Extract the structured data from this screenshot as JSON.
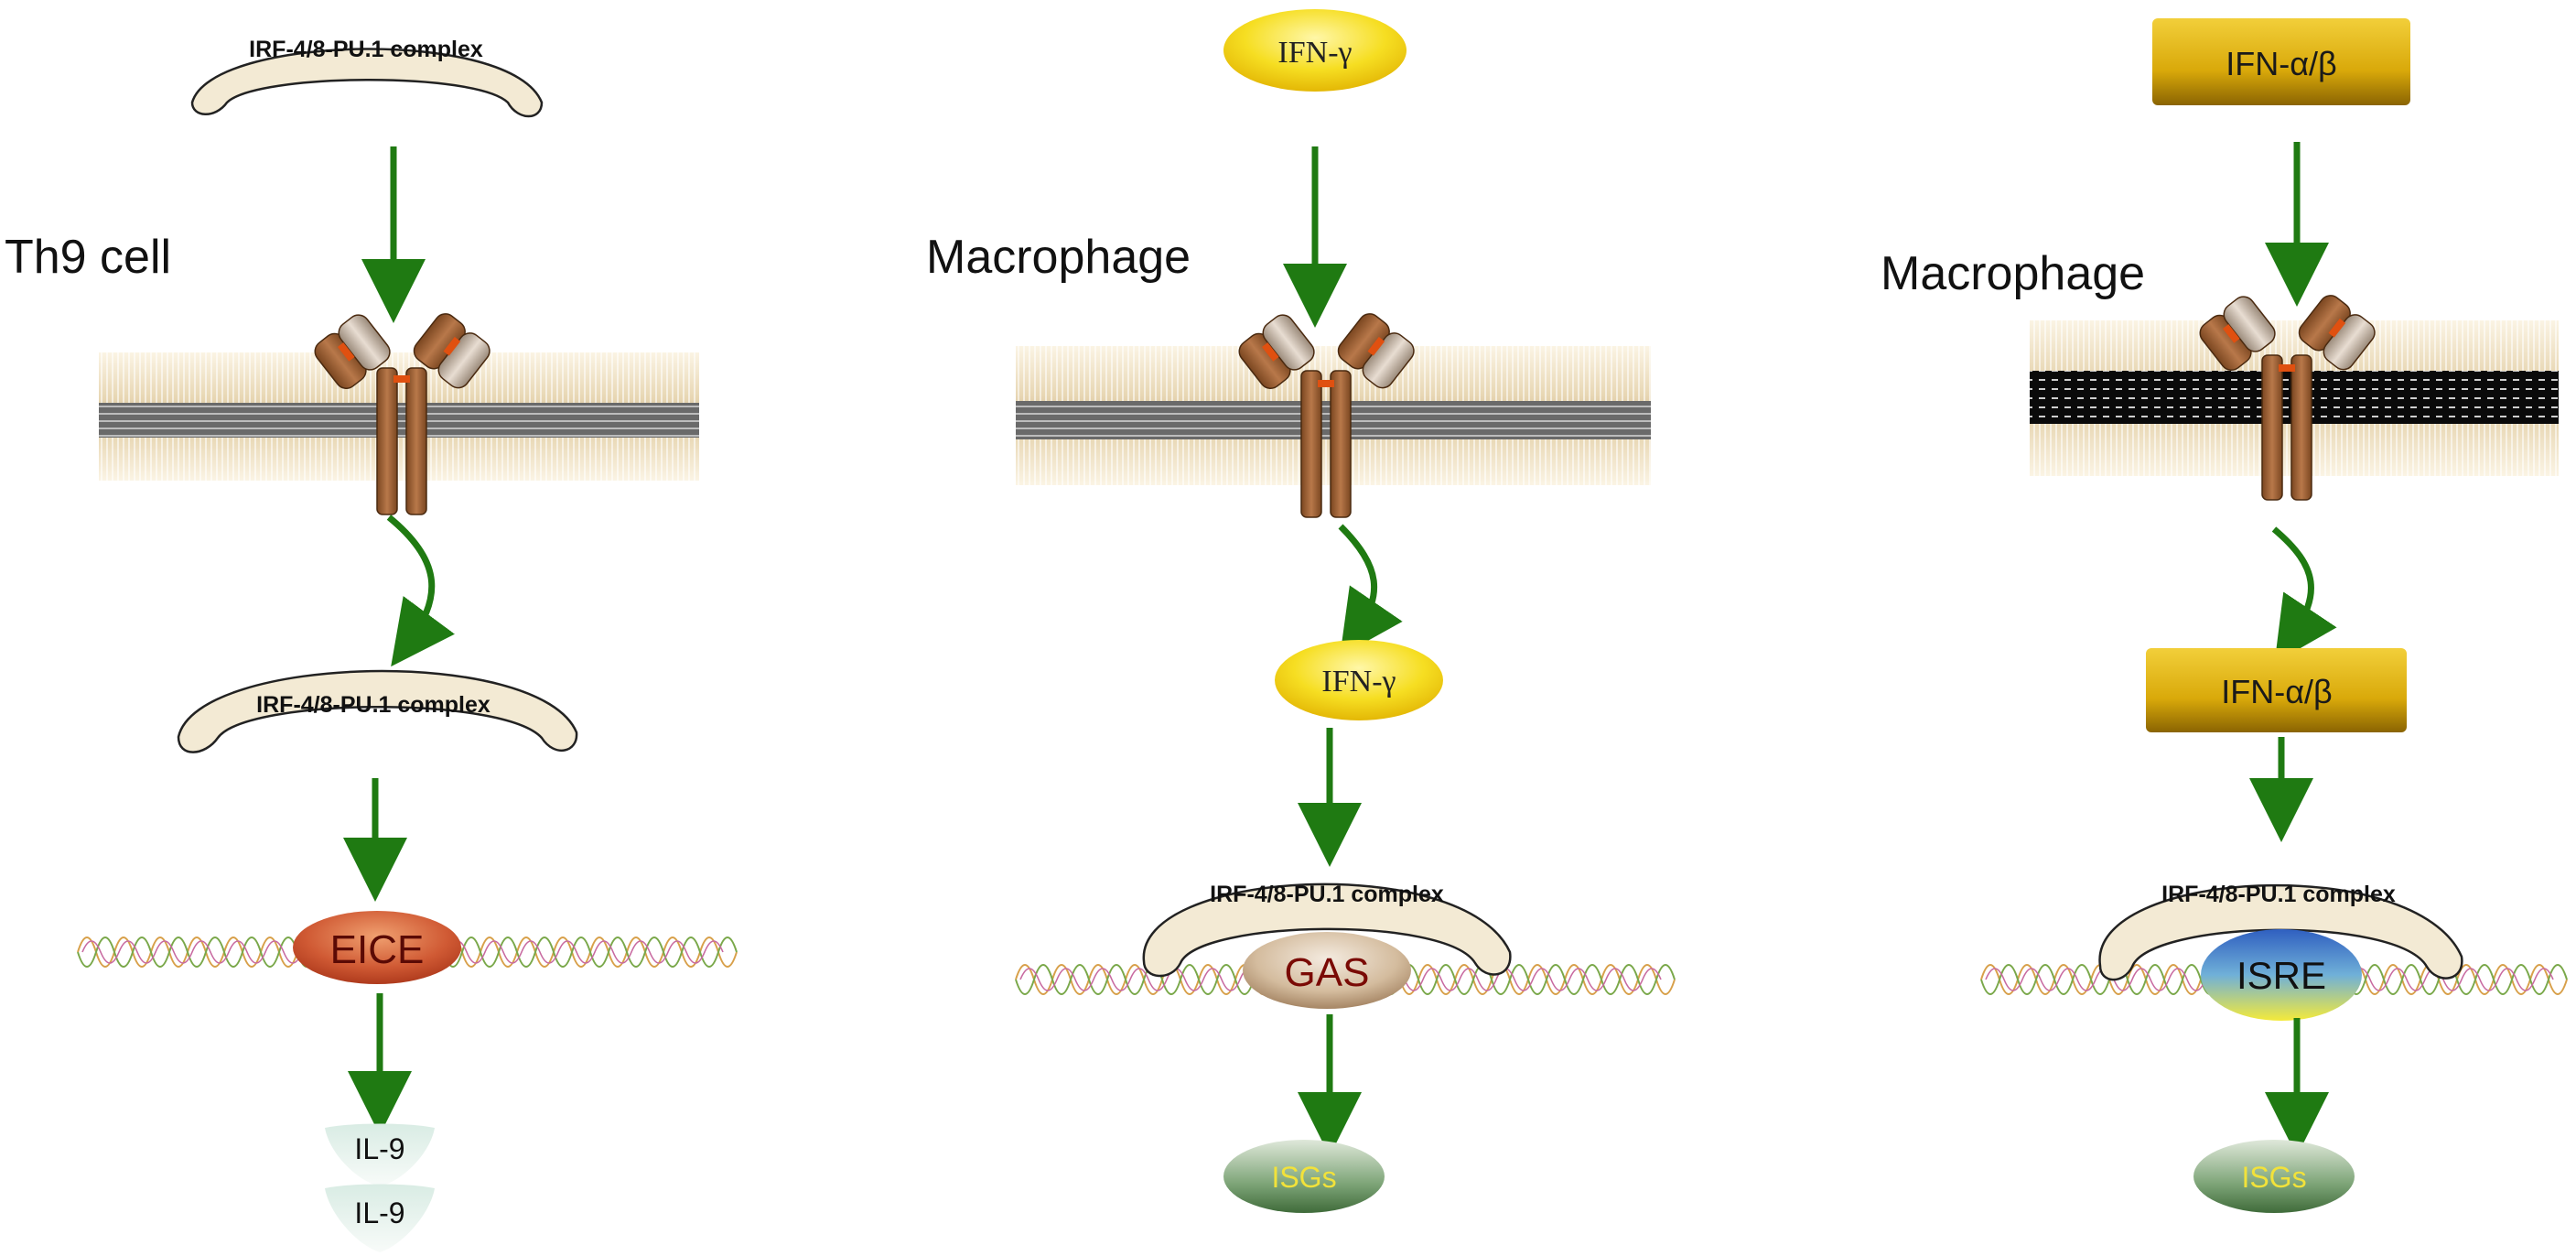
{
  "panels": [
    {
      "cell_label": "Th9 cell",
      "top_complex": "IRF-4/8-PU.1 complex",
      "inner_complex": "IRF-4/8-PU.1 complex",
      "dna_element": "EICE",
      "outputs": [
        "IL-9",
        "IL-9"
      ]
    },
    {
      "cell_label": "Macrophage",
      "ligand": "IFN-γ",
      "inner_ligand": "IFN-γ",
      "complex": "IRF-4/8-PU.1 complex",
      "dna_element": "GAS",
      "output": "ISGs"
    },
    {
      "cell_label": "Macrophage",
      "ligand": "IFN-α/β",
      "inner_ligand": "IFN-α/β",
      "complex": "IRF-4/8-PU.1 complex",
      "dna_element": "ISRE",
      "output": "ISGs"
    }
  ],
  "colors": {
    "arrow": "#1f7a12",
    "complex_fill": "#f3ead4",
    "receptor": "#9a5b2e",
    "ifn_gamma": "#f2d21a",
    "ifn_ab": "#c99a05",
    "eice": "#c84a2a",
    "gas": "#c9ae8e",
    "isre_top": "#3a72c8",
    "isre_bottom": "#f0e64a",
    "isgs": "#5f8a5a",
    "isgs_text": "#f2e23a"
  }
}
